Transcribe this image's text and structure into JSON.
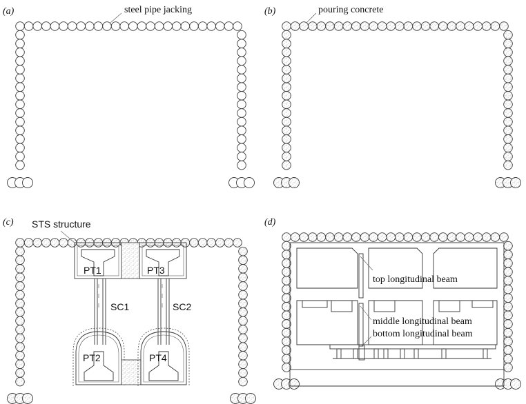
{
  "panels": {
    "a": {
      "label": "(a)",
      "annotation": "steel pipe jacking"
    },
    "b": {
      "label": "(b)",
      "annotation": "pouring concrete"
    },
    "c": {
      "label": "(c)",
      "annotation": "STS structure",
      "pt1": "PT1",
      "pt2": "PT2",
      "pt3": "PT3",
      "pt4": "PT4",
      "sc1": "SC1",
      "sc2": "SC2"
    },
    "d": {
      "label": "(d)",
      "top_beam": "top longitudinal beam",
      "middle_beam": "middle longitudinal beam",
      "bottom_beam": "bottom longitudinal beam"
    }
  }
}
